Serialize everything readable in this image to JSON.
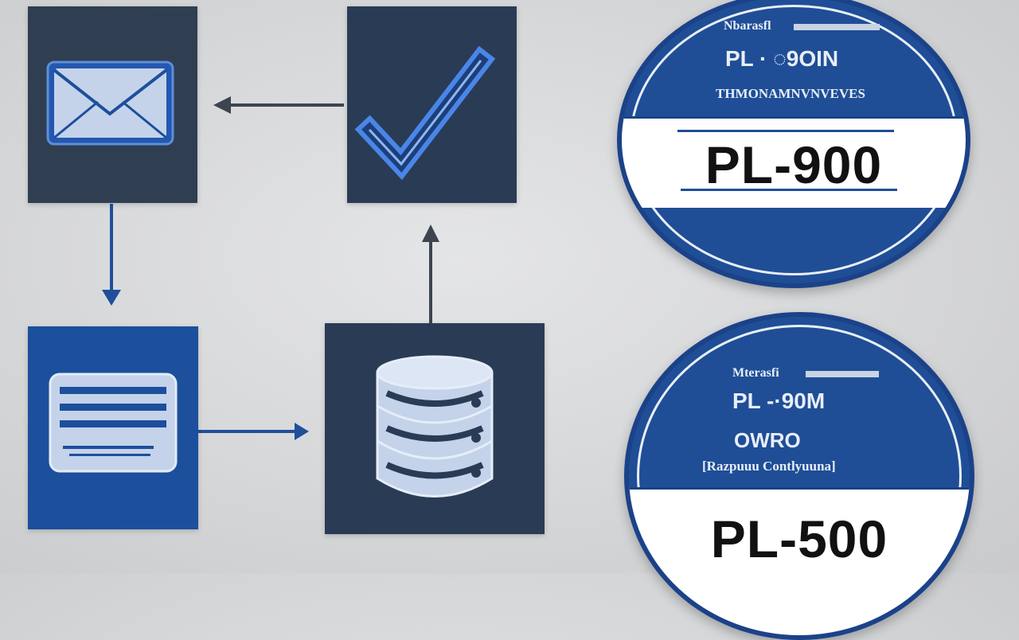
{
  "diagram": {
    "nodes": [
      {
        "id": "email",
        "icon": "envelope-icon",
        "bg": "#303e52"
      },
      {
        "id": "verify",
        "icon": "checkmark-icon",
        "bg": "#2a3b55"
      },
      {
        "id": "form",
        "icon": "document-form-icon",
        "bg": "#1c4f9c"
      },
      {
        "id": "database",
        "icon": "database-icon",
        "bg": "#2a3b55"
      }
    ],
    "edges": [
      {
        "from": "email",
        "to": "form",
        "direction": "down",
        "color": "#1f4f9a"
      },
      {
        "from": "form",
        "to": "database",
        "direction": "right",
        "color": "#1f4f9a"
      },
      {
        "from": "database",
        "to": "verify",
        "direction": "up",
        "color": "#3c4450"
      },
      {
        "from": "verify",
        "to": "email",
        "direction": "left",
        "color": "#3c4450"
      }
    ]
  },
  "badges": [
    {
      "brand": "Nbarasfl",
      "title": "PL · ◌9OIN",
      "subtitle": "THMONAMNVNVEVES",
      "code": "PL-900"
    },
    {
      "brand": "Mterasfi",
      "title": "PL -·90M",
      "emblem": "OWRO",
      "subtitle": "[Razpuuu Contlyuuna]",
      "code": "PL-500"
    }
  ],
  "colors": {
    "accent": "#1f4e96",
    "badge_ring": "#e9eef6",
    "icon_light": "#c4d3ea",
    "icon_stroke": "#1c4f9c"
  }
}
